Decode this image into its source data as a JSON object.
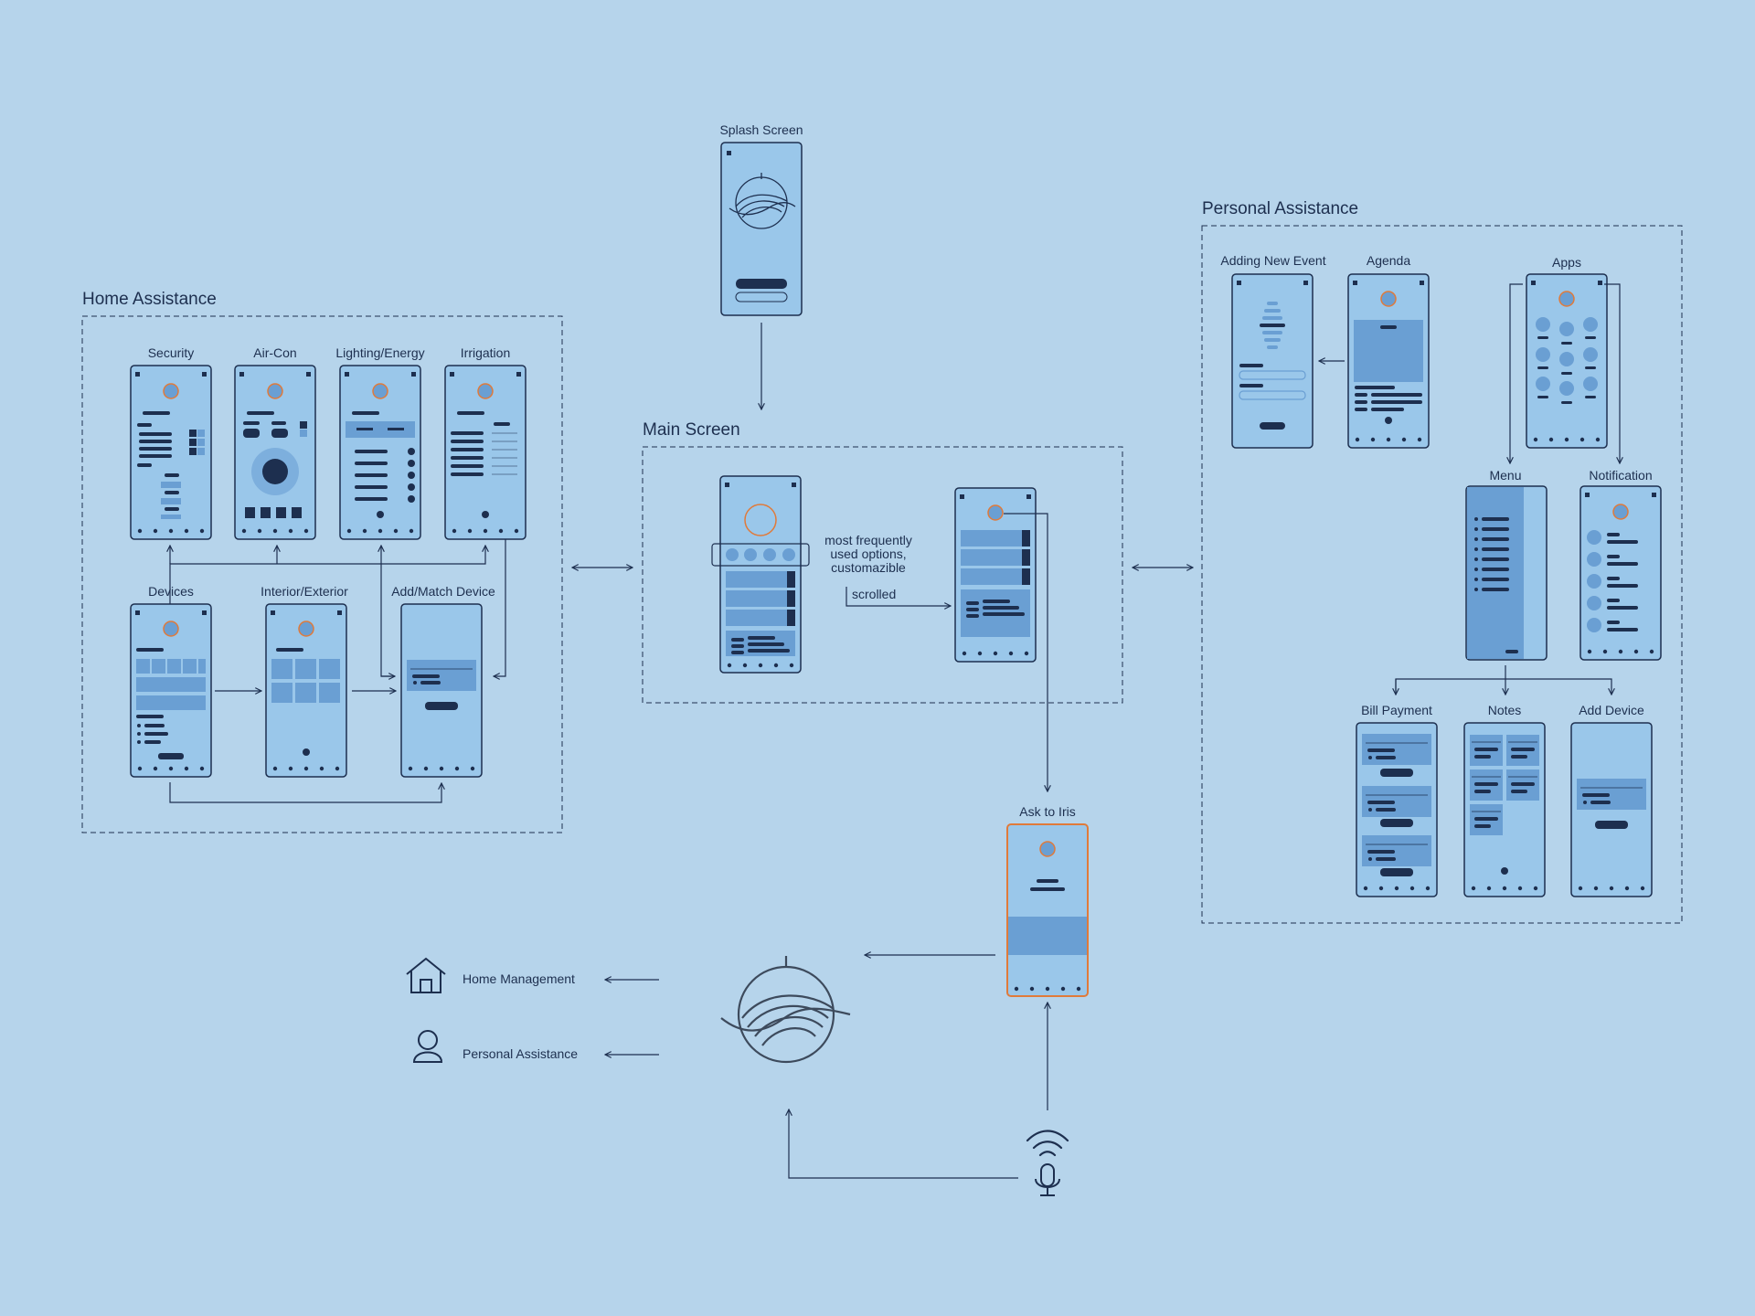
{
  "colors": {
    "background": "#b6d4eb",
    "screen_fill": "#9ac7ea",
    "screen_panel": "#6a9fd3",
    "ink": "#1d2f4f",
    "accent": "#e07a3a"
  },
  "sections": {
    "home": "Home Assistance",
    "main": "Main Screen",
    "personal": "Personal Assistance"
  },
  "screens": {
    "splash": "Splash Screen",
    "security": "Security",
    "aircon": "Air-Con",
    "lighting": "Lighting/Energy",
    "irrigation": "Irrigation",
    "devices": "Devices",
    "interior": "Interior/Exterior",
    "add_match": "Add/Match Device",
    "adding_event": "Adding New Event",
    "agenda": "Agenda",
    "apps": "Apps",
    "menu": "Menu",
    "notification": "Notification",
    "bill": "Bill Payment",
    "notes": "Notes",
    "add_device": "Add Device",
    "ask_iris": "Ask to Iris"
  },
  "annotations": {
    "freq_line1": "most frequently",
    "freq_line2": "used options,",
    "freq_line3": "customazible",
    "scrolled": "scrolled"
  },
  "legend": {
    "home_management": "Home Management",
    "personal_assistance": "Personal Assistance"
  },
  "icons": [
    "logo-icon",
    "home-icon",
    "person-icon",
    "wireless-icon",
    "microphone-icon"
  ]
}
